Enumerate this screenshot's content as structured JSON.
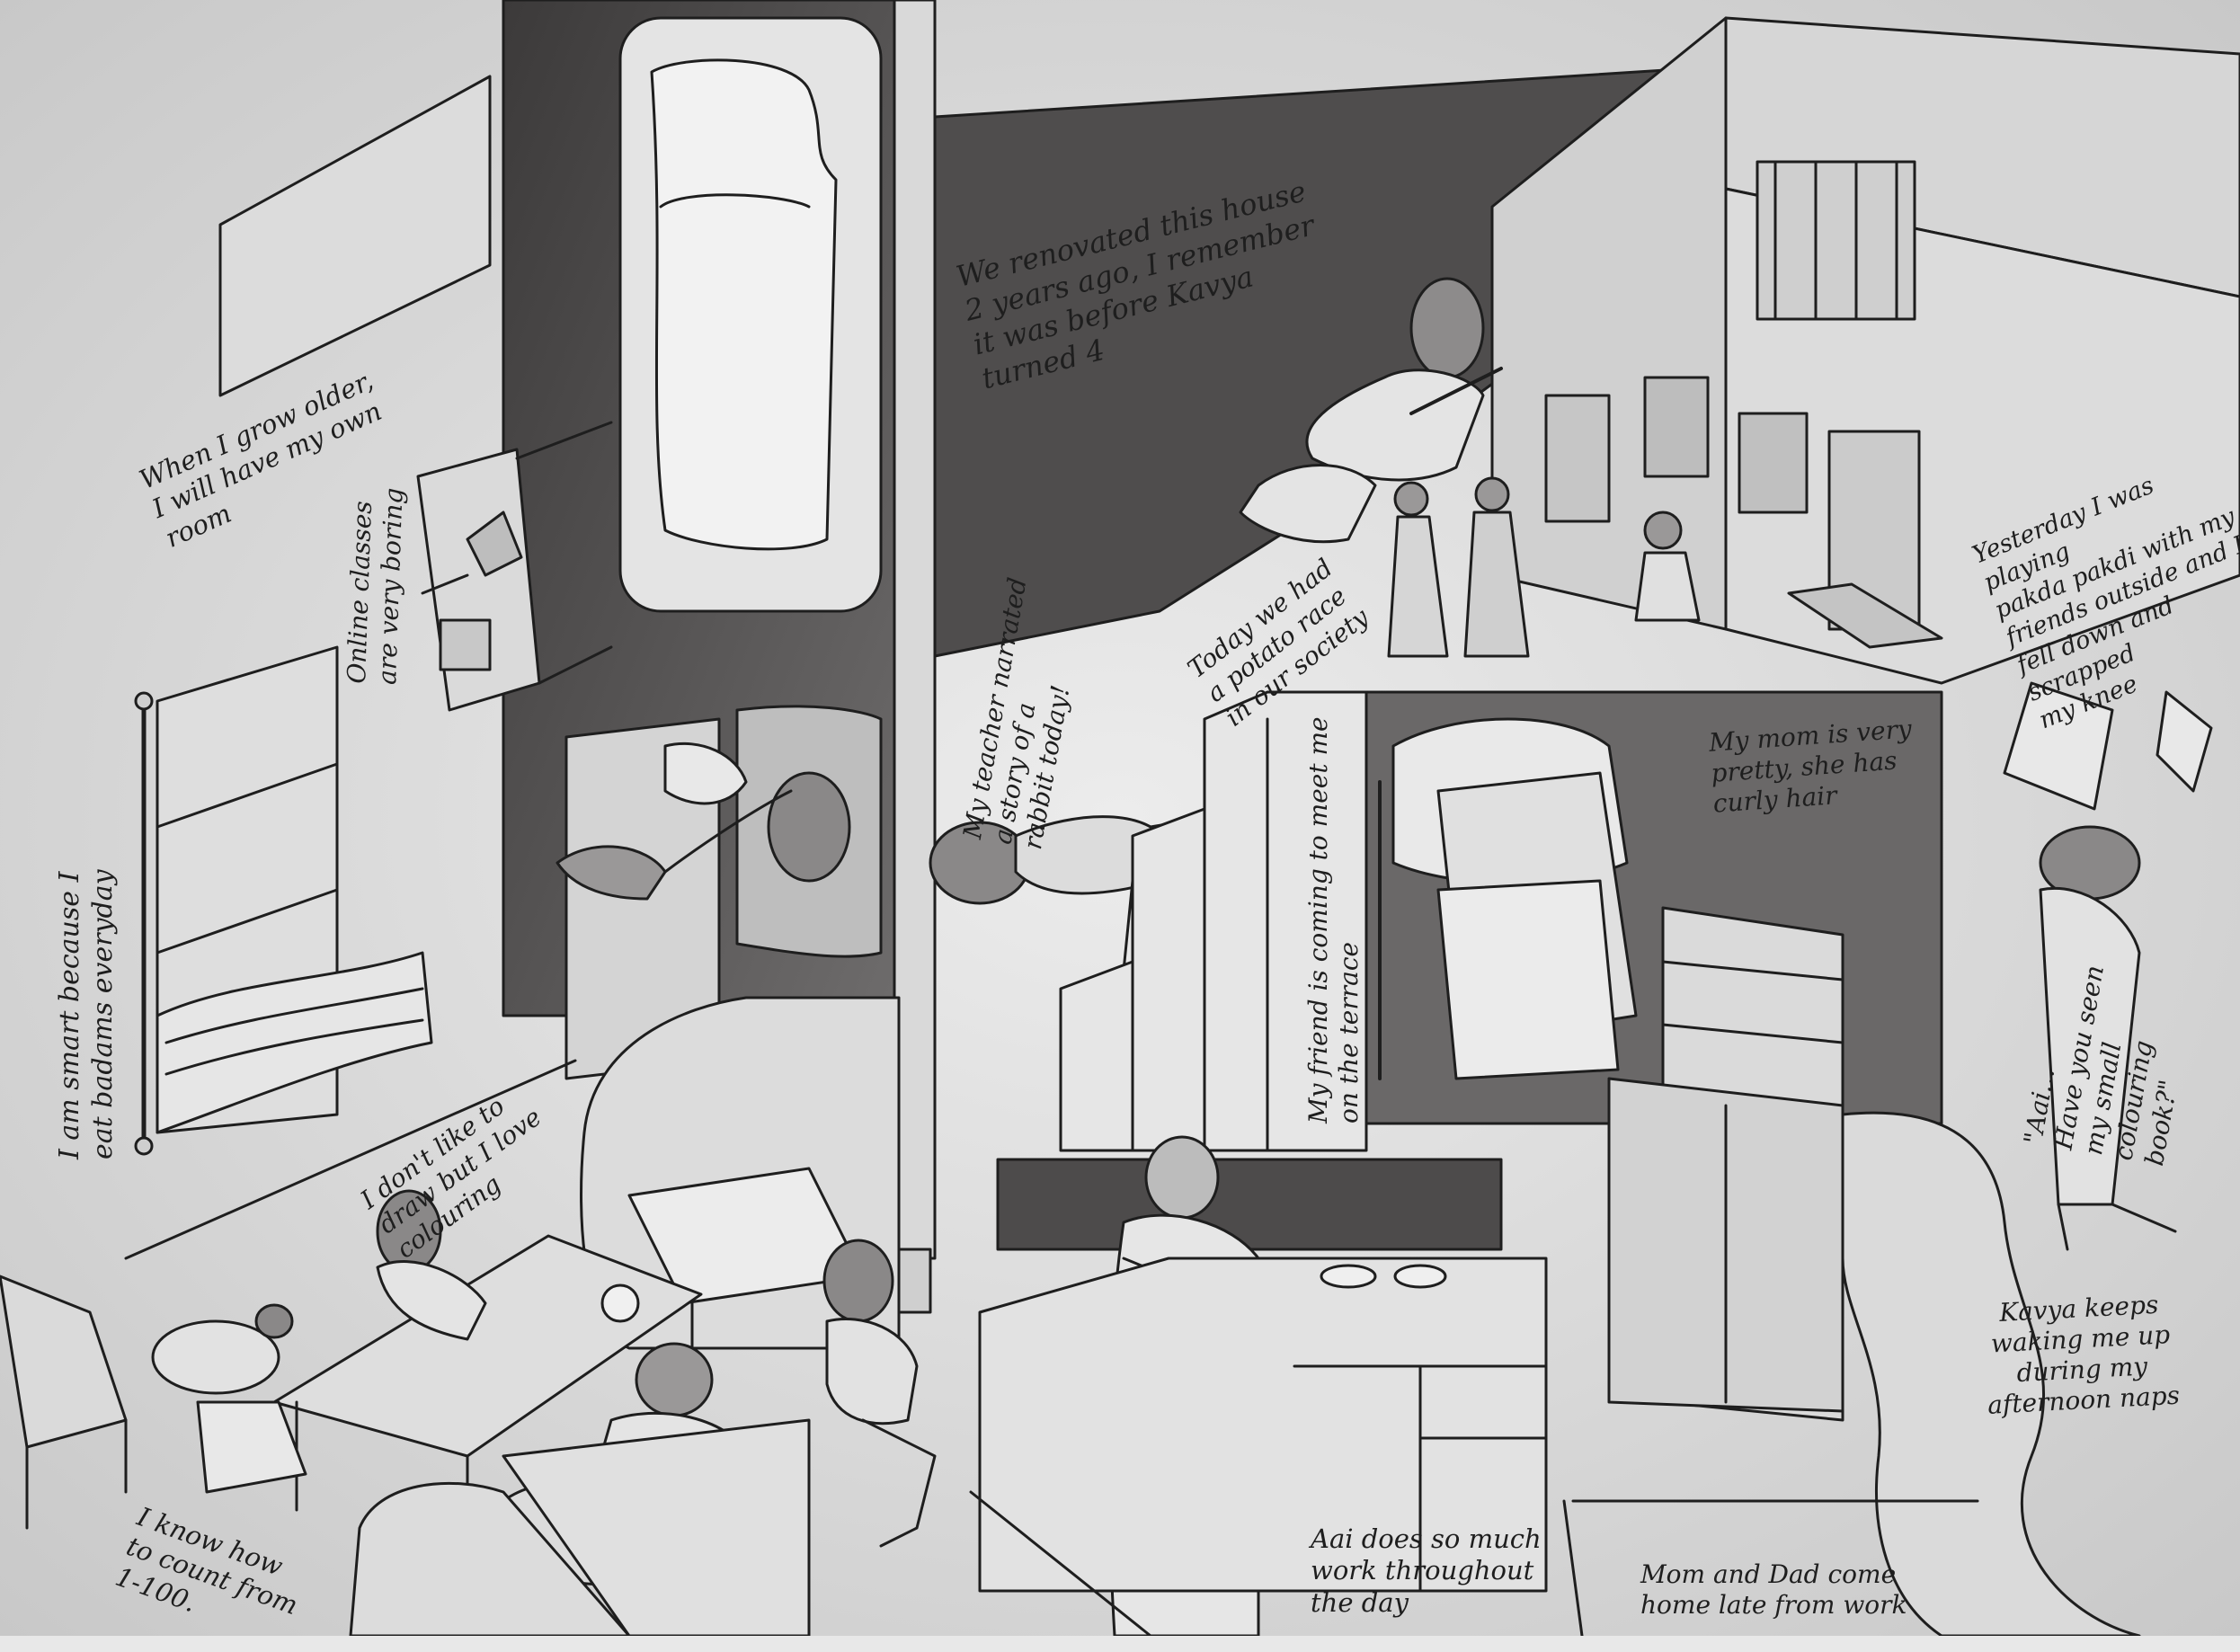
{
  "colors": {
    "paper": "#e8e8e8",
    "ink": "#1e1e1e",
    "wash_dark": "#4a4848",
    "wash_mid": "#8a8888",
    "wash_light": "#c9c9c9"
  },
  "notes": {
    "renovated": "We renovated this house\n2 years ago, I remember\nit was before Kavya\nturned 4",
    "grow_older": "When I grow older,\nI will have my own\nroom",
    "online_classes": "Online classes\nare very boring",
    "smart_badams": "I am smart because I\neat badams everyday",
    "teacher_rabbit": "My teacher narrated\na story of a\nrabbit today!",
    "potato_race": "Today we had\na potato race\nin our society",
    "yesterday_playing": "Yesterday I was playing\npakda pakdi with my\nfriends outside and I\nfell down and scrapped\nmy knee",
    "mom_pretty": "My mom is very\npretty, she has\ncurly hair",
    "friend_terrace": "My friend is coming to meet me\non the terrace",
    "colouring_book": "\"Aai...\nHave you seen\nmy small\ncolouring\nbook?\"",
    "dont_like_draw": "I don't like to\ndraw but I love\ncolouring",
    "count_1_100": "I know how\nto count from\n1-100.",
    "aai_work": "Aai does so much\nwork throughout\nthe day",
    "mom_dad_late": "Mom and Dad come\nhome late from work",
    "kavya_naps": "Kavya keeps\nwaking me up\nduring my\nafternoon naps"
  }
}
